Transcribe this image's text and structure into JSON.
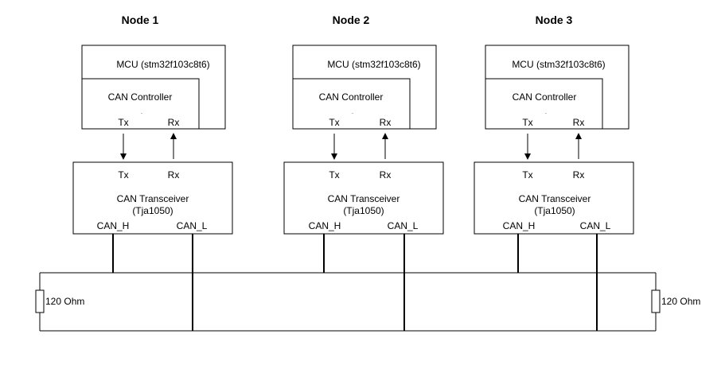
{
  "nodes": [
    {
      "title": "Node 1",
      "mcu": "MCU (stm32f103c8t6)",
      "controller": "CAN Controller",
      "controller_dot": ".",
      "ctrl_tx": "Tx",
      "ctrl_rx": "Rx",
      "trx_tx": "Tx",
      "trx_rx": "Rx",
      "transceiver": "CAN Transceiver",
      "transceiver_part": "(Tja1050)",
      "can_h": "CAN_H",
      "can_l": "CAN_L"
    },
    {
      "title": "Node 2",
      "mcu": "MCU (stm32f103c8t6)",
      "controller": "CAN Controller",
      "controller_dot": ".",
      "ctrl_tx": "Tx",
      "ctrl_rx": "Rx",
      "trx_tx": "Tx",
      "trx_rx": "Rx",
      "transceiver": "CAN Transceiver",
      "transceiver_part": "(Tja1050)",
      "can_h": "CAN_H",
      "can_l": "CAN_L"
    },
    {
      "title": "Node 3",
      "mcu": "MCU (stm32f103c8t6)",
      "controller": "CAN Controller",
      "controller_dot": ".",
      "ctrl_tx": "Tx",
      "ctrl_rx": "Rx",
      "trx_tx": "Tx",
      "trx_rx": "Rx",
      "transceiver": "CAN Transceiver",
      "transceiver_part": "(Tja1050)",
      "can_h": "CAN_H",
      "can_l": "CAN_L"
    }
  ],
  "bus": {
    "terminator_left": "120 Ohm",
    "terminator_right": "120 Ohm"
  },
  "colors": {
    "stroke": "#000000",
    "background": "#ffffff"
  }
}
